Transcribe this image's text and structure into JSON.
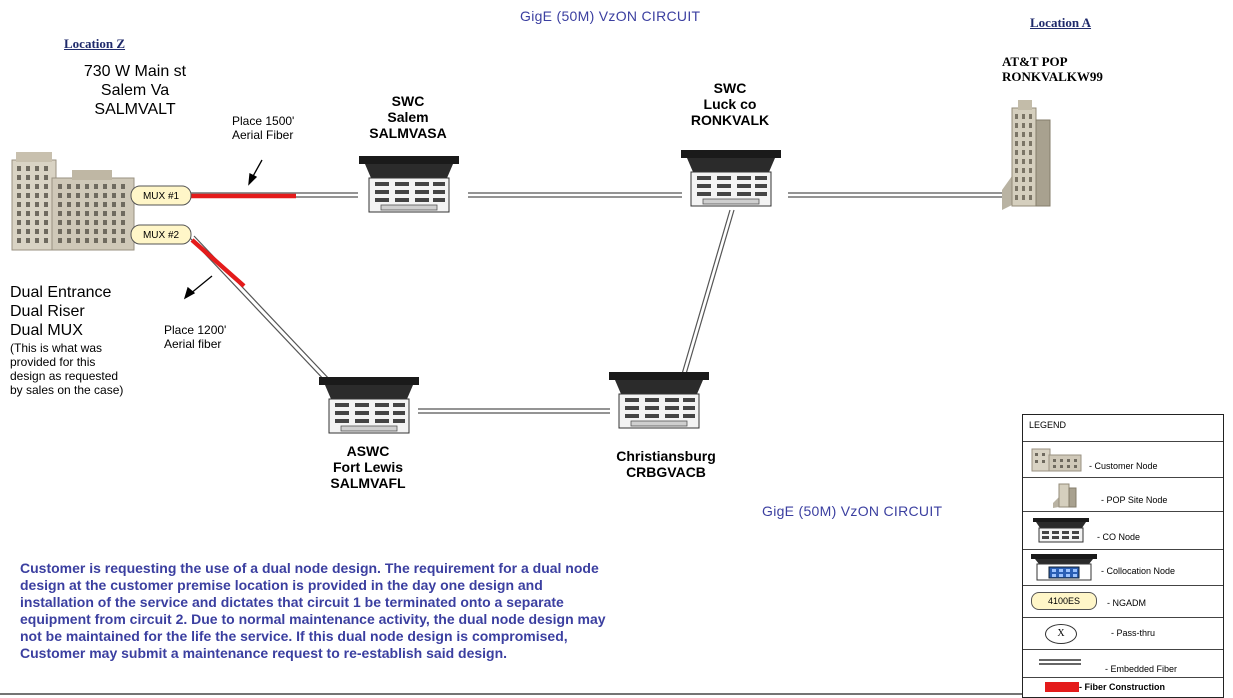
{
  "circuits": {
    "top": "GigE (50M) VzON CIRCUIT",
    "bottom": "GigE (50M) VzON CIRCUIT"
  },
  "location_z": {
    "heading": "Location Z",
    "address": [
      "730 W Main st",
      "Salem Va",
      "SALMVALT"
    ],
    "mux1": "MUX #1",
    "mux2": "MUX #2",
    "dual": [
      "Dual Entrance",
      "Dual Riser",
      "Dual MUX"
    ],
    "dual_note": [
      "(This is what was",
      "provided for this",
      "design as requested",
      "by sales on the case)"
    ]
  },
  "location_a": {
    "heading": "Location A",
    "lines": [
      "AT&T POP",
      "RONKVALKW99"
    ]
  },
  "nodes": {
    "salem": [
      "SWC",
      "Salem",
      "SALMVASA"
    ],
    "luck": [
      "SWC",
      "Luck co",
      "RONKVALK"
    ],
    "fortlewis": [
      "ASWC",
      "Fort Lewis",
      "SALMVAFL"
    ],
    "christiansburg": [
      "Christiansburg",
      "CRBGVACB"
    ]
  },
  "notes": {
    "fiber1500": [
      "Place 1500'",
      "Aerial Fiber"
    ],
    "fiber1200": [
      "Place 1200'",
      "Aerial fiber"
    ]
  },
  "bottom_text": [
    "Customer is requesting the use of a dual node design. The requirement for a dual node",
    "design at the customer premise location is provided in the day one design and",
    "installation of the service and dictates that circuit 1 be terminated onto a separate",
    "equipment from circuit 2. Due to normal maintenance activity, the dual node design may",
    "not be maintained for the life the service. If this dual node design is compromised,",
    "Customer may submit a maintenance request to re-establish said design."
  ],
  "legend": {
    "title": "LEGEND",
    "customer": "- Customer Node",
    "pop": "- POP Site Node",
    "co": "- CO Node",
    "colo": "- Collocation Node",
    "ngadm_badge": "4100ES",
    "ngadm": "- NGADM",
    "passthru_symbol": "X",
    "passthru": "- Pass-thru",
    "embedded": "- Embedded Fiber",
    "construction": "- Fiber Construction"
  },
  "colors": {
    "construction": "#e41b1b",
    "circuit_text": "#3b3fa0",
    "mux_fill": "#fff6c8"
  }
}
